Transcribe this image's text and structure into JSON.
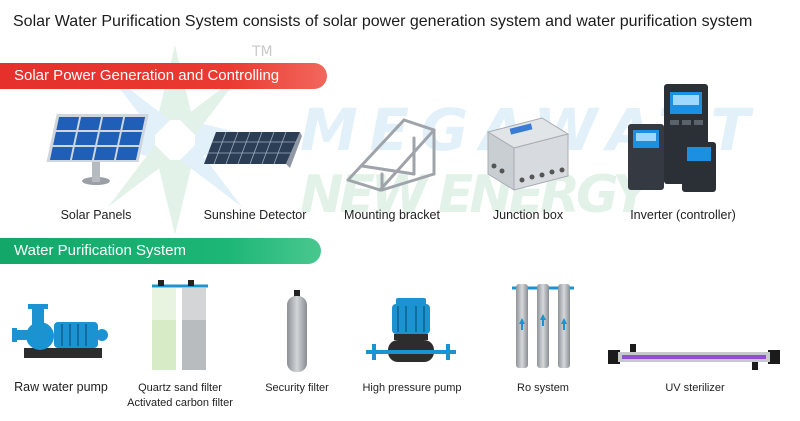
{
  "headline": "Solar Water Purification System consists of solar power generation system and water purification system",
  "trademark": "TM",
  "watermark": {
    "line1": "MEGAWATT",
    "line2": "NEW ENERGY"
  },
  "section_solar": {
    "title": "Solar Power Generation and Controlling",
    "color": "#e5302b",
    "items": [
      {
        "label": "Solar Panels",
        "icon": "solar-panels-icon"
      },
      {
        "label": "Sunshine Detector",
        "icon": "sunshine-detector-icon"
      },
      {
        "label": "Mounting bracket",
        "icon": "mounting-bracket-icon"
      },
      {
        "label": "Junction box",
        "icon": "junction-box-icon"
      },
      {
        "label": "Inverter (controller)",
        "icon": "inverter-icon"
      }
    ]
  },
  "section_water": {
    "title": "Water Purification System",
    "color": "#13a86a",
    "items": [
      {
        "label": "Raw water pump",
        "icon": "raw-water-pump-icon"
      },
      {
        "label": "Quartz sand filter",
        "label2": "Activated carbon filter",
        "icon": "sand-carbon-filter-icon"
      },
      {
        "label": "Security filter",
        "icon": "security-filter-icon"
      },
      {
        "label": "High pressure pump",
        "icon": "high-pressure-pump-icon"
      },
      {
        "label": "Ro system",
        "icon": "ro-system-icon"
      },
      {
        "label": "UV sterilizer",
        "icon": "uv-sterilizer-icon"
      }
    ]
  }
}
